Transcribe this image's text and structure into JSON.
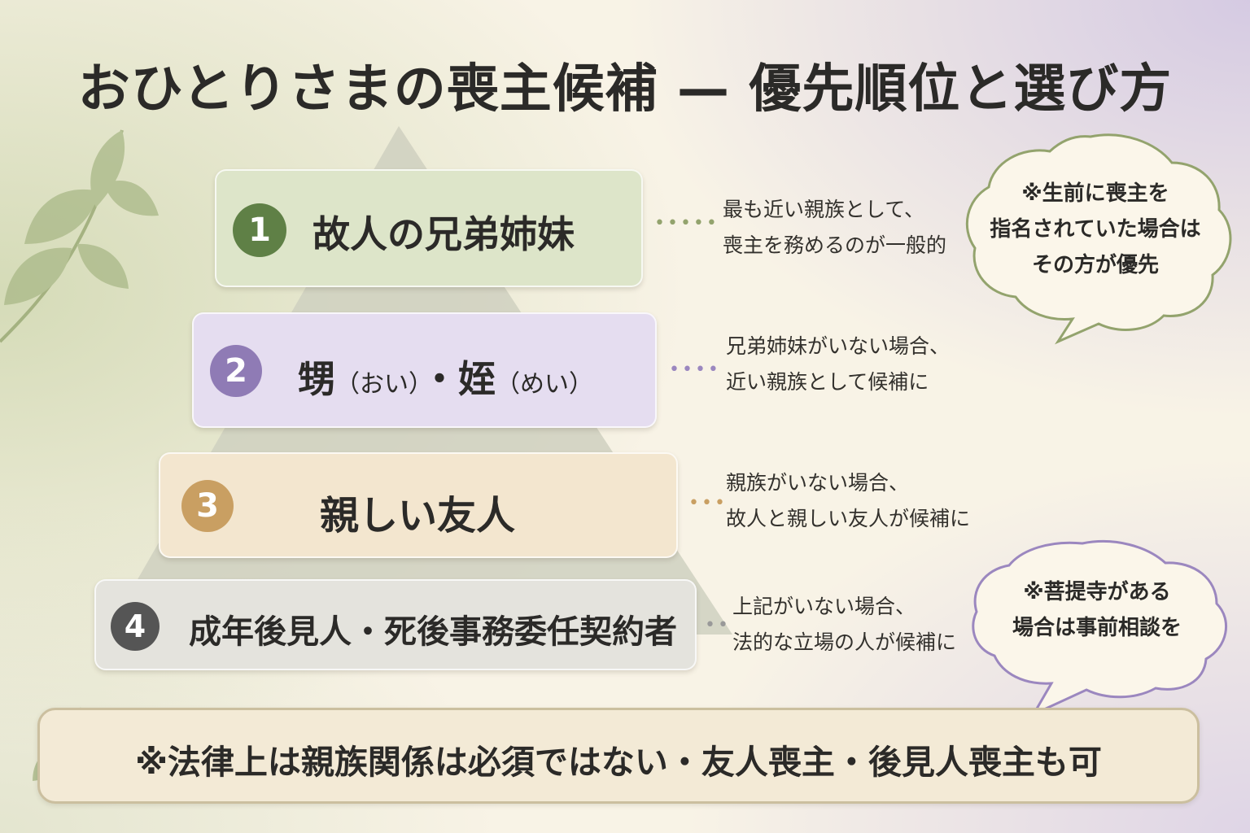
{
  "title": "おひとりさまの喪主候補 — 優先順位と選び方",
  "tiers": [
    {
      "number": "1",
      "label": "故人の兄弟姉妹",
      "desc_line1": "最も近い親族として、",
      "desc_line2": "喪主を務めるのが一般的",
      "color": "#dde5c9",
      "badge_color": "#5f8046"
    },
    {
      "number": "2",
      "label_a": "甥",
      "reading_a": "（おい）",
      "sep": "・",
      "label_b": "姪",
      "reading_b": "（めい）",
      "desc_line1": "兄弟姉妹がいない場合、",
      "desc_line2": "近い親族として候補に",
      "color": "#e5ddf0",
      "badge_color": "#8f7bb5"
    },
    {
      "number": "3",
      "label": "親しい友人",
      "desc_line1": "親族がいない場合、",
      "desc_line2": "故人と親しい友人が候補に",
      "color": "#f3e6cf",
      "badge_color": "#c99f62"
    },
    {
      "number": "4",
      "label": "成年後見人・死後事務委任契約者",
      "desc_line1": "上記がいない場合、",
      "desc_line2": "法的な立場の人が候補に",
      "color": "#e4e3dd",
      "badge_color": "#555555"
    }
  ],
  "bubbles": [
    {
      "line1": "※生前に喪主を",
      "line2": "指名されていた場合は",
      "line3": "その方が優先"
    },
    {
      "line1": "※菩提寺がある",
      "line2": "場合は事前相談を"
    }
  ],
  "footer": "※法律上は親族関係は必須ではない・友人喪主・後見人喪主も可"
}
